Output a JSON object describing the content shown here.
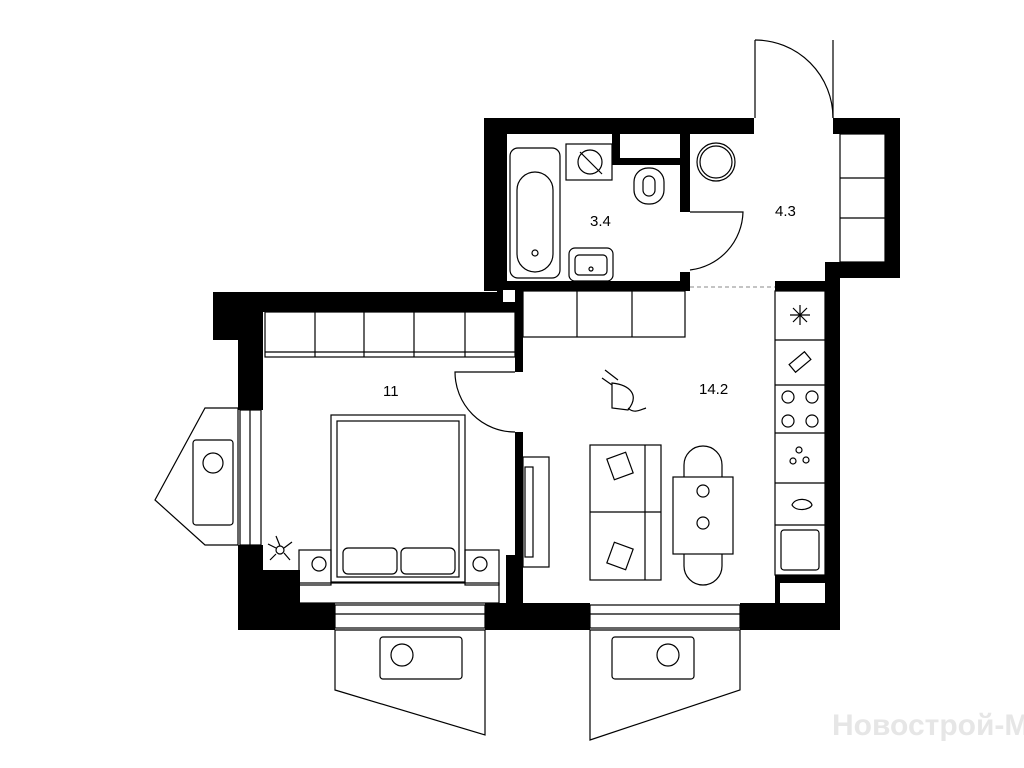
{
  "plan": {
    "rooms": [
      {
        "id": "bathroom",
        "area": "3.4"
      },
      {
        "id": "hallway",
        "area": "4.3"
      },
      {
        "id": "bedroom",
        "area": "11"
      },
      {
        "id": "kitchen-living",
        "area": "14.2"
      }
    ],
    "watermark": "Новострой-М"
  }
}
